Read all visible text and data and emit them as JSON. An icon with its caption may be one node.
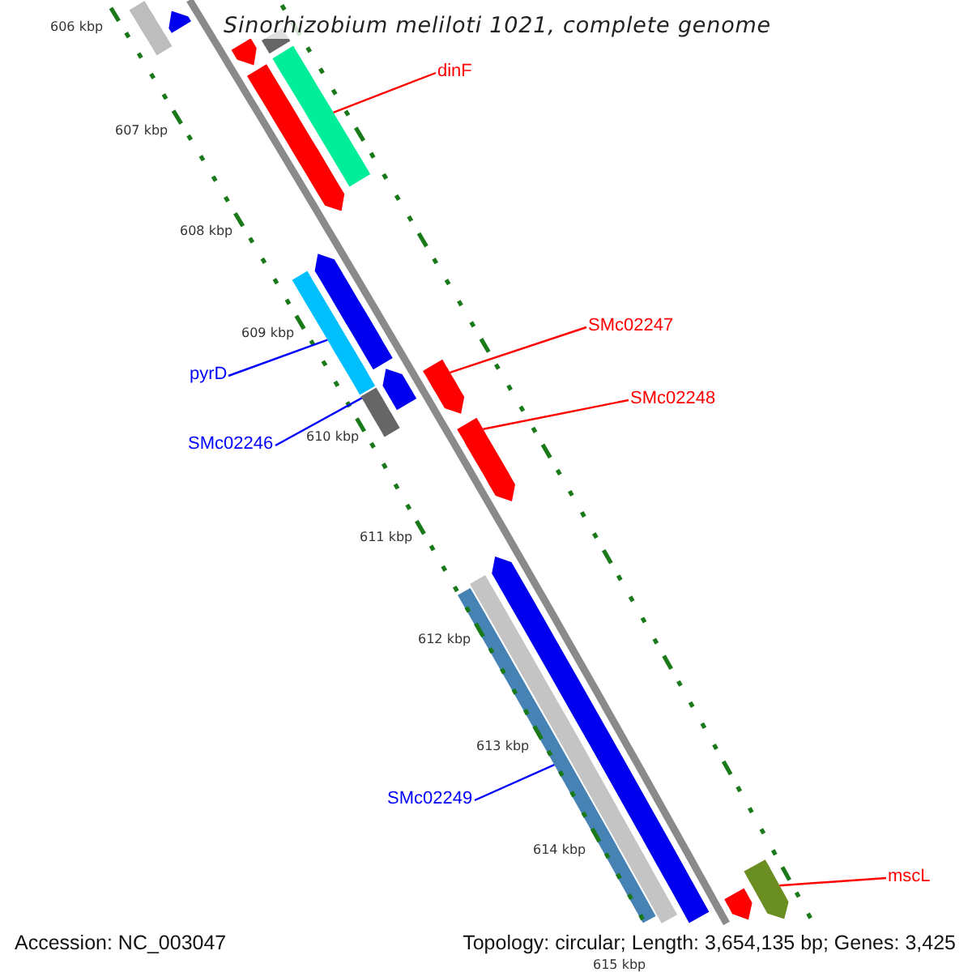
{
  "diagram": {
    "title": "Sinorhizobium meliloti 1021, complete genome",
    "nodes": [
      {
        "text": [
          "dinF"
        ]
      },
      {
        "text": [
          "SMc02247"
        ]
      },
      {
        "text": [
          "SMc02248"
        ]
      },
      {
        "text": [
          "pyrD"
        ]
      },
      {
        "text": [
          "SMc02246"
        ]
      },
      {
        "text": [
          "SMc02249"
        ]
      },
      {
        "text": [
          "mscL"
        ]
      },
      {
        "text": [],
        "shape": "bar"
      },
      {
        "text": [],
        "shape": "bar"
      },
      {
        "text": [],
        "shape": "bar"
      },
      {
        "text": [],
        "shape": "bar"
      },
      {
        "text": [],
        "shape": "bar"
      },
      {
        "text": [],
        "shape": "bar"
      },
      {
        "text": [],
        "shape": "bar"
      },
      {
        "text": [],
        "shape": "bar"
      },
      {
        "text": [],
        "shape": "bar"
      },
      {
        "text": [],
        "shape": "bar"
      },
      {
        "text": [],
        "shape": "bar"
      },
      {
        "text": [],
        "shape": "bar"
      },
      {
        "text": [],
        "shape": "bar"
      },
      {
        "text": [],
        "shape": "bar"
      },
      {
        "text": [],
        "shape": "bar"
      },
      {
        "text": [],
        "shape": "bar"
      },
      {
        "text": [],
        "shape": "bar"
      }
    ],
    "edges": [
      {
        "from": 0,
        "to": 11,
        "arrow": "none"
      },
      {
        "from": 1,
        "to": 17,
        "arrow": "none"
      },
      {
        "from": 2,
        "to": 18,
        "arrow": "none"
      },
      {
        "from": 3,
        "to": 14,
        "arrow": "none",
        "color": "#0000ff"
      },
      {
        "from": 4,
        "to": 16,
        "arrow": "none",
        "color": "#0000ff"
      },
      {
        "from": 5,
        "to": 21,
        "arrow": "none",
        "color": "#0000ff"
      },
      {
        "from": 6,
        "to": 22,
        "arrow": "none"
      }
    ],
    "labels": [
      "606 kbp",
      "607 kbp",
      "608 kbp",
      "609 kbp",
      "610 kbp",
      "611 kbp",
      "612 kbp",
      "613 kbp",
      "614 kbp",
      "615 kbp",
      "Accession: NC_003047",
      "Topology: circular; Length: 3,654,135 bp; Genes: 3,425"
    ]
  }
}
